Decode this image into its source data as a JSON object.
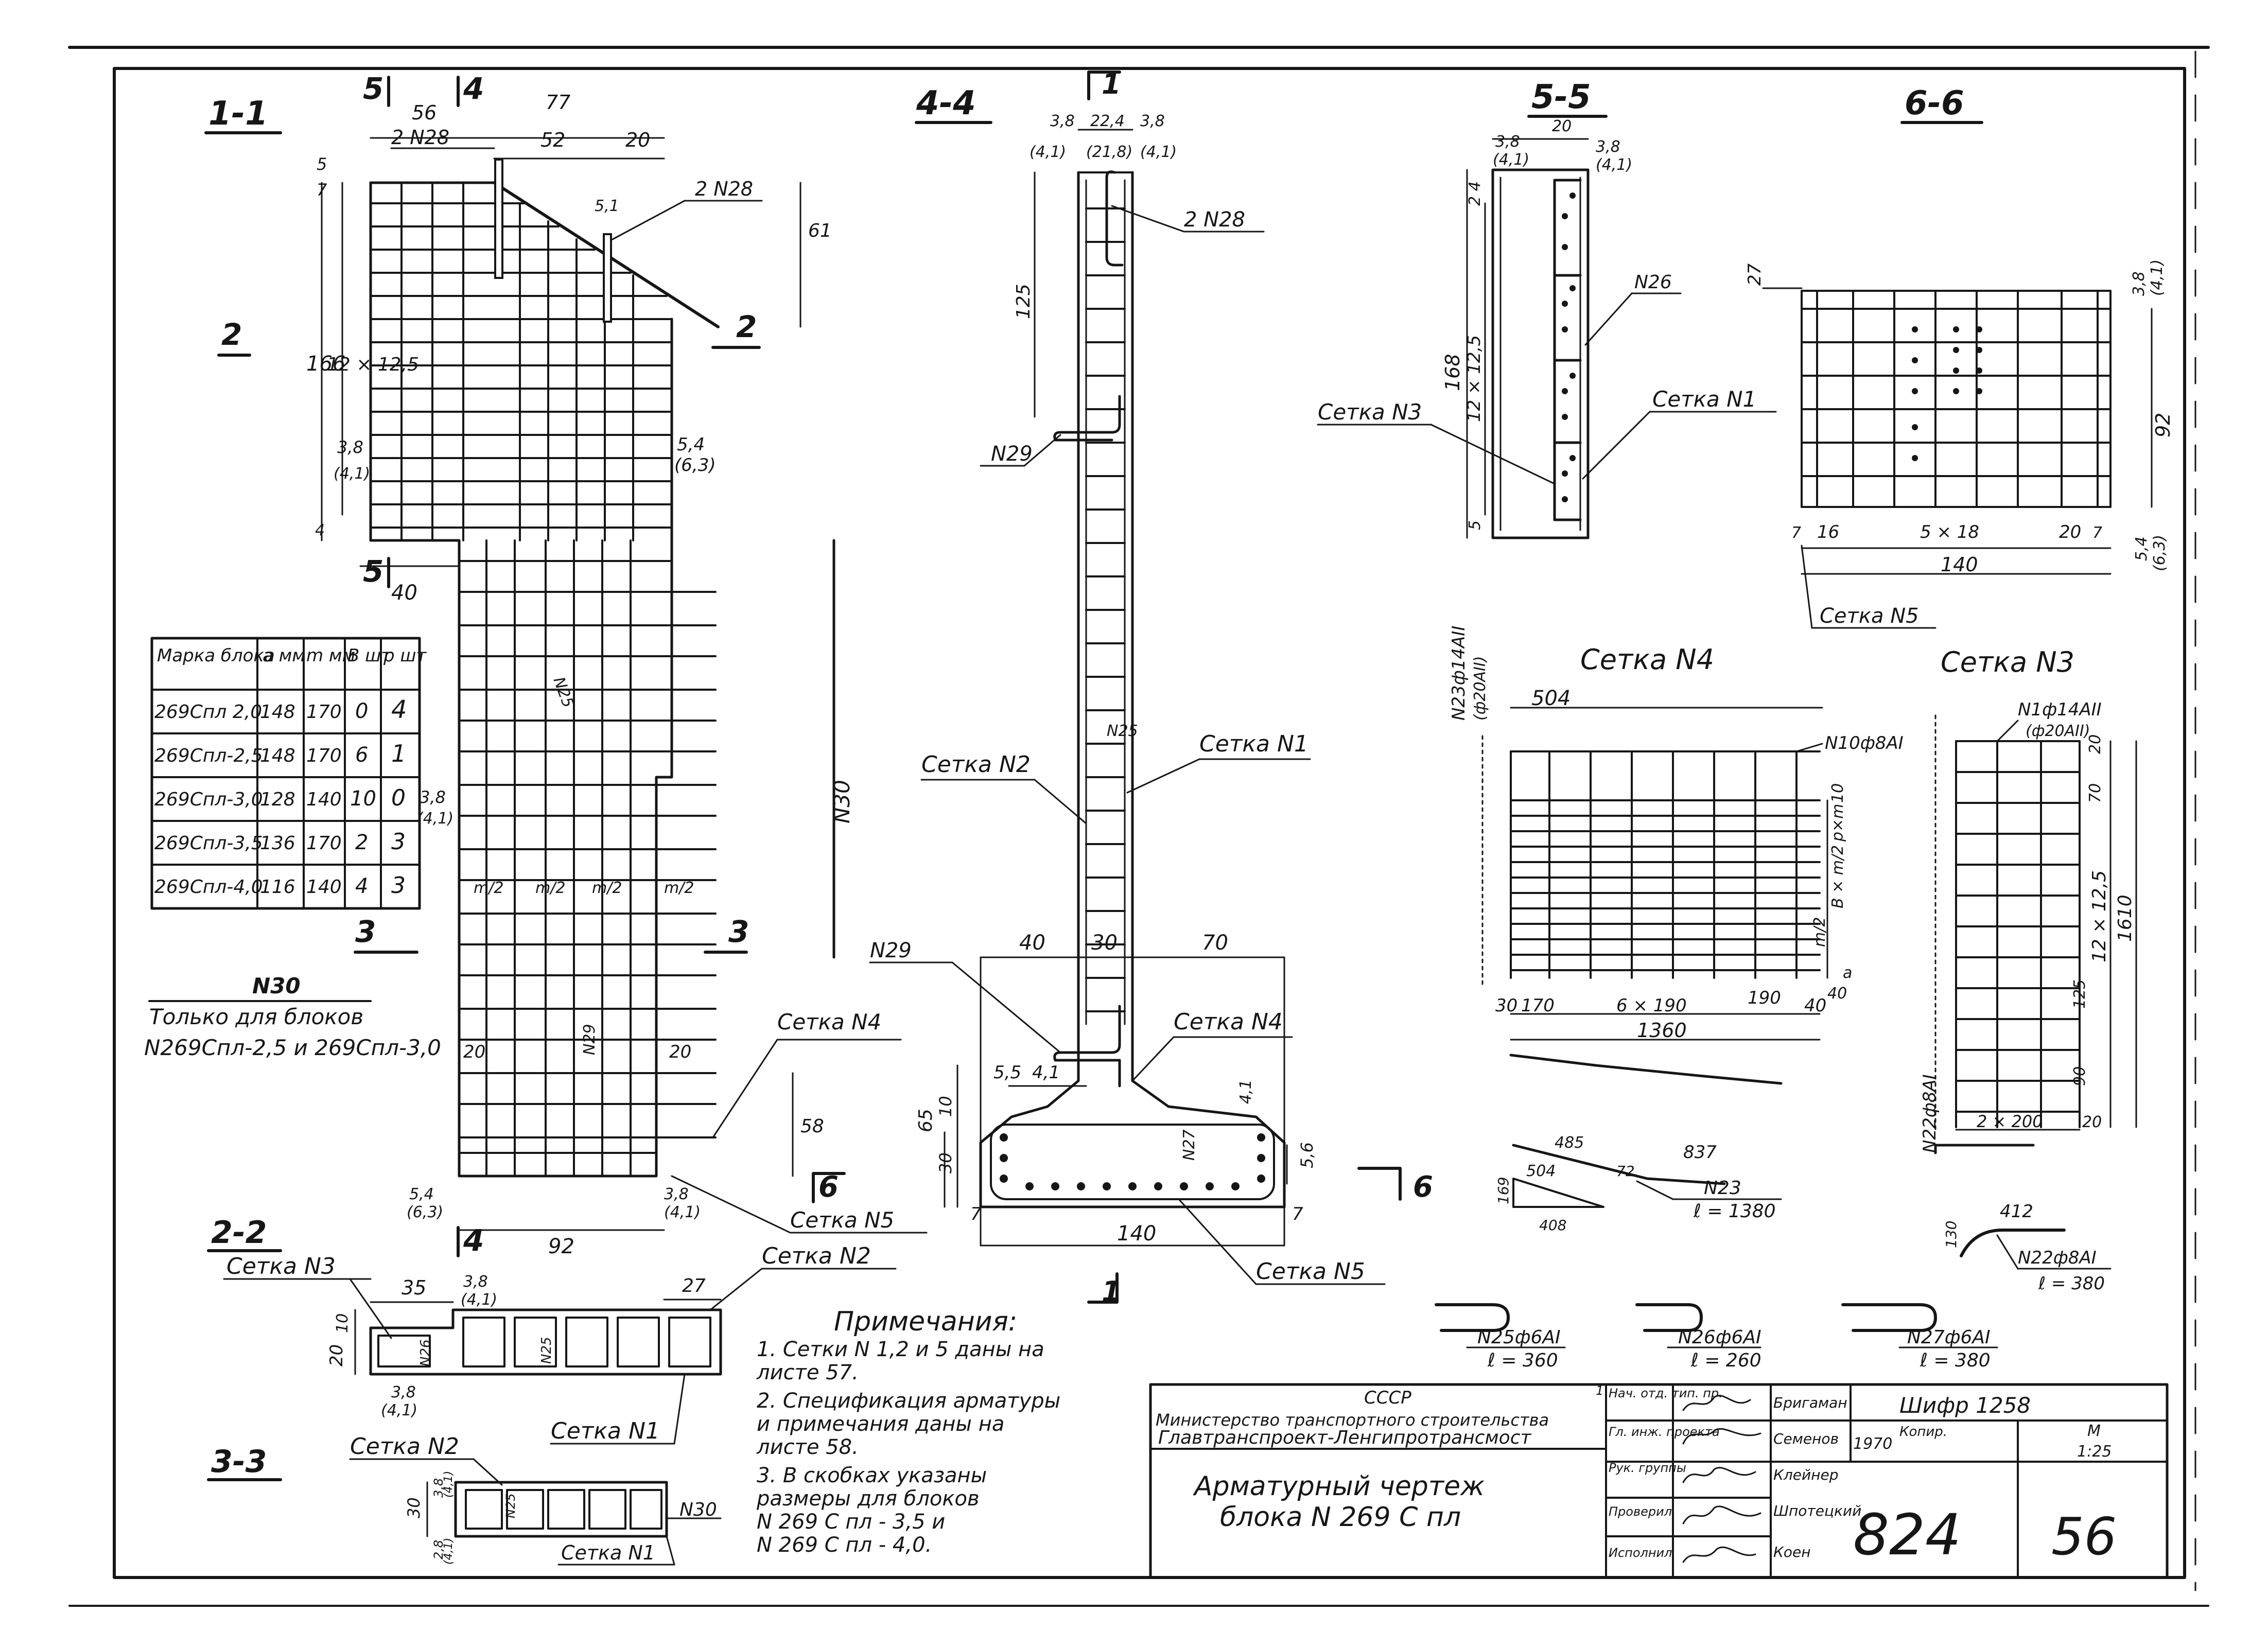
{
  "sections": {
    "s11": "1-1",
    "s44": "4-4",
    "s55": "5-5",
    "s66": "6-6",
    "s22": "2-2",
    "s33": "3-3"
  },
  "cut_marks": {
    "c1": "1",
    "c2": "2",
    "c3": "3",
    "c4": "4",
    "c5": "5",
    "c6": "6"
  },
  "labels": {
    "n28": "2 N28",
    "n29": "N29",
    "n30": "N30",
    "n25": "N25",
    "n26": "N26",
    "n27": "N27",
    "setka1": "Сетка N1",
    "setka2": "Сетка N2",
    "setka3": "Сетка N3",
    "setka4": "Сетка N4",
    "setka5": "Сетка N5",
    "setka_n4_title": "Сетка N4",
    "setka_n3_title": "Сетка N3",
    "n30_note_1": "Только для блоков",
    "n30_note_2": "N269Cпл-2,5 и 269Cпл-3,0"
  },
  "dims_11": {
    "d56": "56",
    "d77": "77",
    "d52": "52",
    "d20": "20",
    "d5": "5",
    "d7": "7",
    "d166": "166",
    "d12x125": "12 × 12,5",
    "d61": "61",
    "d38": "3,8",
    "d41": "(4,1)",
    "d4": "4",
    "d40": "40",
    "d54": "5,4",
    "d63": "(6,3)",
    "d92": "92",
    "d58": "58",
    "dm2": "m/2",
    "d20b": "20",
    "d51": "5,1"
  },
  "dims_44": {
    "d38a": "3,8",
    "d224": "22,4",
    "d38b": "3,8",
    "d41a": "(4,1)",
    "d218": "(21,8)",
    "d41b": "(4,1)",
    "d125": "125",
    "d40": "40",
    "d30": "30",
    "d70": "70",
    "d55": "5,5",
    "d41c": "4,1",
    "d65": "65",
    "d10": "10",
    "d30b": "30",
    "d7a": "7",
    "d7b": "7",
    "d140": "140",
    "d56": "5,6",
    "d41d": "4,1"
  },
  "dims_55": {
    "d20": "20",
    "d38": "3,8",
    "d41": "(4,1)",
    "d38b": "3,8",
    "d41b": "(4,1)",
    "d24": "2 4",
    "d168": "168",
    "d12x125": "12 × 12,5",
    "d5": "5"
  },
  "dims_66": {
    "d27": "27",
    "d38": "3,8",
    "d41": "(4,1)",
    "d92": "92",
    "d7a": "7",
    "d16": "16",
    "d5x18": "5 × 18",
    "d20": "20",
    "d7b": "7",
    "d54": "5,4",
    "d63": "(6,3)",
    "d140": "140"
  },
  "dims_22": {
    "d35": "35",
    "d38": "3,8",
    "d41": "(4,1)",
    "d27": "27",
    "d10": "10",
    "d20": "20",
    "d38b": "3,8",
    "d41b": "(4,1)"
  },
  "dims_33": {
    "d30": "30",
    "d38": "3,8",
    "d41": "(4,1)",
    "d28": "2,8",
    "d41b": "(4,1)"
  },
  "mesh4": {
    "top_label": "504",
    "rebar_top": "N10ф8АI",
    "rebar_left": "N23ф14АII",
    "rebar_left_alt": "(ф20АII)",
    "d30": "30",
    "d170": "170",
    "d6x190": "6 × 190",
    "d190": "190",
    "d40": "40",
    "d1360": "1360",
    "dpm": "p×m",
    "dbm": "B × m/2",
    "dm2": "m/2",
    "da": "a",
    "d40b": "40",
    "d10": "10"
  },
  "mesh3": {
    "rebar_top": "N1ф14АII",
    "rebar_top_alt": "(ф20АII)",
    "rebar_left": "N22ф8АI",
    "d20": "20",
    "d70": "70",
    "d12x125": "12 × 12,5",
    "d1610": "1610",
    "d125": "125",
    "d90": "90",
    "d2x200": "2 × 200",
    "d20b": "20"
  },
  "bars": {
    "n23_a": "485",
    "n23_b": "837",
    "n23_c": "504",
    "n23_d": "72",
    "n23_e": "169",
    "n23_f": "408",
    "n23_name": "N23",
    "n23_len": "ℓ = 1380",
    "n22_a": "412",
    "n22_b": "130",
    "n22_name": "N22ф8АI",
    "n22_len": "ℓ = 380",
    "n25_name": "N25ф6АI",
    "n25_len": "ℓ = 360",
    "n26_name": "N26ф6АI",
    "n26_len": "ℓ = 260",
    "n27_name": "N27ф6АI",
    "n27_len": "ℓ = 380"
  },
  "block_table": {
    "headers": [
      "Марка блока",
      "a мм",
      "m мм",
      "B шт",
      "p шт"
    ],
    "rows": [
      [
        "269Спл 2,0",
        "148",
        "170",
        "0",
        "4"
      ],
      [
        "269Спл-2,5",
        "148",
        "170",
        "6",
        "1"
      ],
      [
        "269Спл-3,0",
        "128",
        "140",
        "10",
        "0"
      ],
      [
        "269Спл-3,5",
        "136",
        "170",
        "2",
        "3"
      ],
      [
        "269Спл-4,0",
        "116",
        "140",
        "4",
        "3"
      ]
    ]
  },
  "notes": {
    "title": "Примечания:",
    "lines": [
      "1. Сетки N 1,2 и 5 даны на",
      "листе 57.",
      "2. Спецификация арматуры",
      "и примечания даны  на",
      "листе 58.",
      "3. В скобках  указаны",
      "размеры  для  блоков",
      "N 269 С пл - 3,5  и",
      "N 269 С пл - 4,0."
    ]
  },
  "title_block": {
    "country": "СССР",
    "ministry": "Министерство транспортного строительства",
    "org": "Главтранспроект-Ленгипротрансмост",
    "title_1": "Арматурный чертеж",
    "title_2": "блока N 269 С пл",
    "roles": [
      "Нач. отд. тип. пр.",
      "Гл. инж. проекта",
      "Рук. группы",
      "Проверил",
      "Исполнил"
    ],
    "names": [
      "Бригаман",
      "Семенов",
      "Клейнер",
      "Шпотецкий",
      "Коен"
    ],
    "cipher": "Шифр 1258",
    "year": "1970",
    "scale_label": "М",
    "scale": "1:25",
    "copy_label": "Копир.",
    "project_no": "824",
    "sheet_no": "56",
    "corner_mark": "1"
  }
}
